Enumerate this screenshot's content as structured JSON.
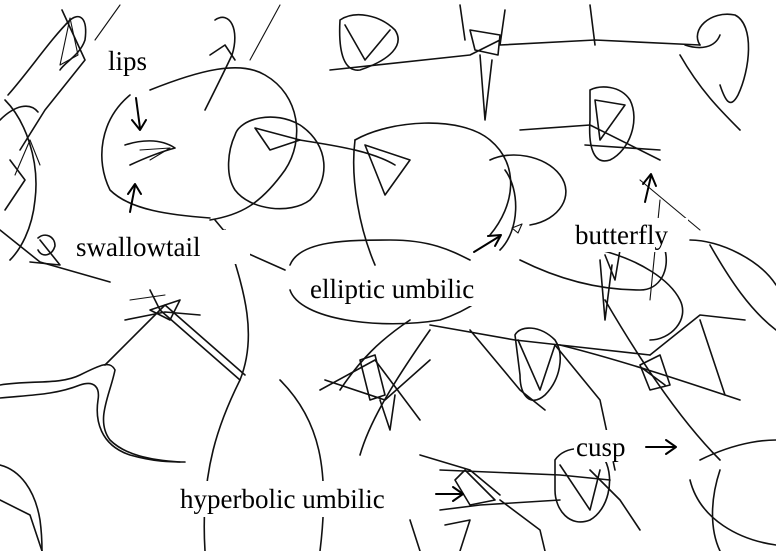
{
  "labels": {
    "lips": "lips",
    "swallowtail": "swallowtail",
    "elliptic_umbilic": "elliptic umbilic",
    "butterfly": "butterfly",
    "cusp": "cusp",
    "hyperbolic_umbilic": "hyperbolic umbilic"
  },
  "colors": {
    "ink": "#111111",
    "background": "#ffffff"
  }
}
